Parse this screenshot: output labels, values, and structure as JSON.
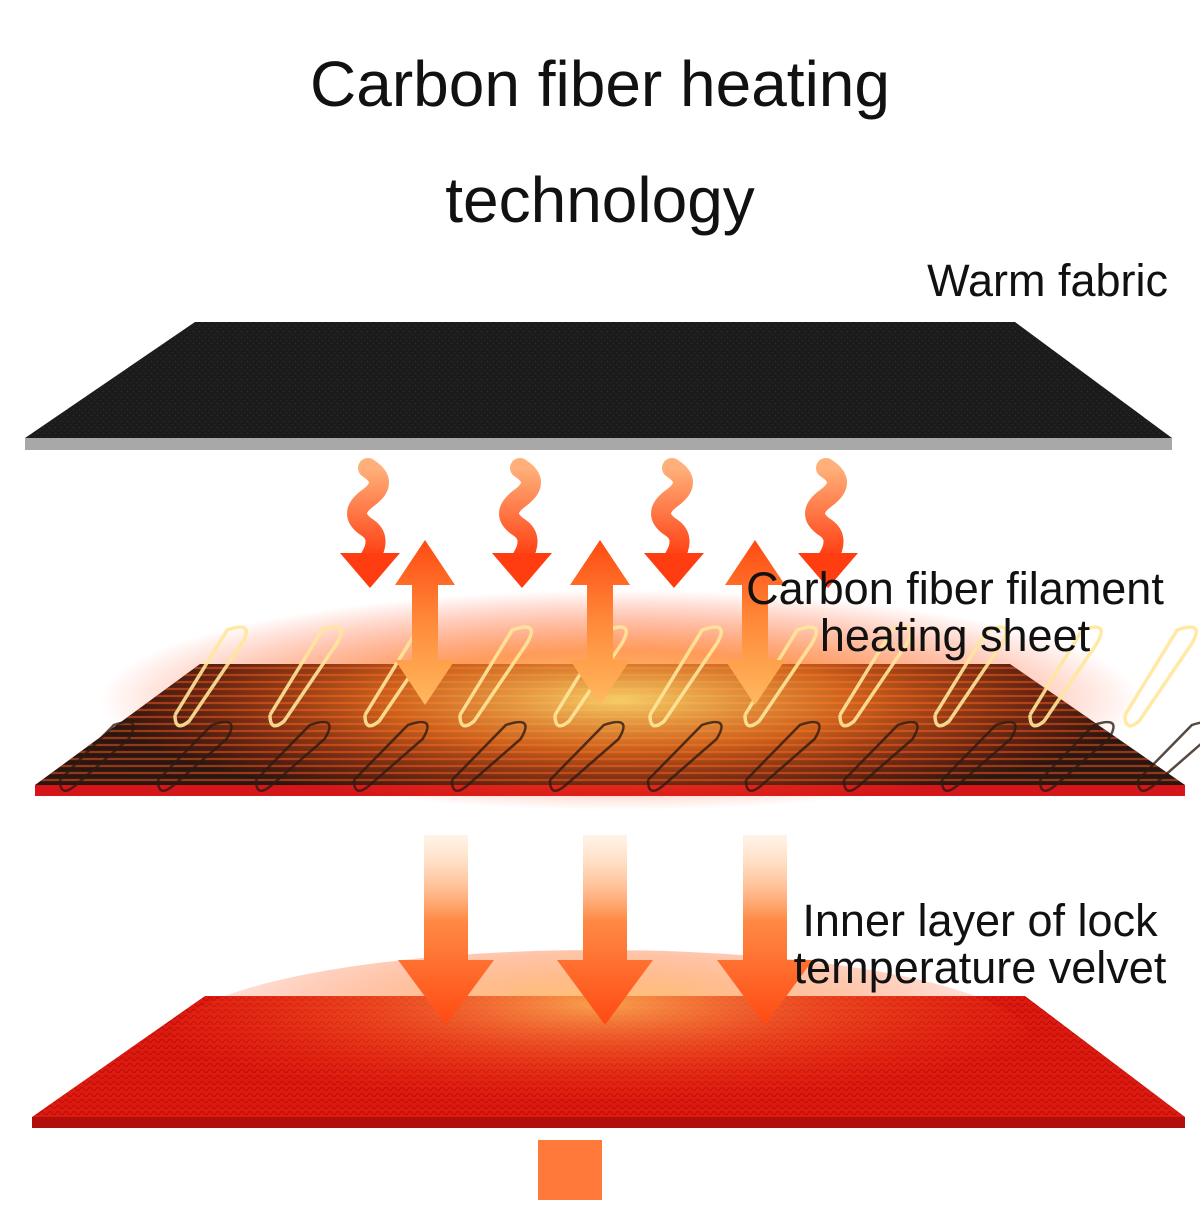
{
  "title": {
    "line1": "Carbon fiber heating",
    "line2": "technology"
  },
  "layers": [
    {
      "id": "warm-fabric",
      "label_lines": [
        "Warm fabric"
      ],
      "color": "#1c1c1c",
      "edge_color": "#a6a6a6"
    },
    {
      "id": "heating-sheet",
      "label_lines": [
        "Carbon fiber filament",
        "heating sheet"
      ],
      "color": "#2a1510",
      "edge_color": "#d01616"
    },
    {
      "id": "inner-velvet",
      "label_lines": [
        "Inner layer of lock",
        "temperature velvet"
      ],
      "color": "#e01b12",
      "edge_color": "#b30f0a"
    }
  ],
  "colors": {
    "arrow": "#ff5a1a",
    "arrow_light": "#ffb06a",
    "glow": "#ffe08a",
    "text": "#111111"
  },
  "icons": [
    "wavy-heat-arrow-icon",
    "double-headed-arrow-icon",
    "down-arrow-icon",
    "filament-coil-icon"
  ]
}
